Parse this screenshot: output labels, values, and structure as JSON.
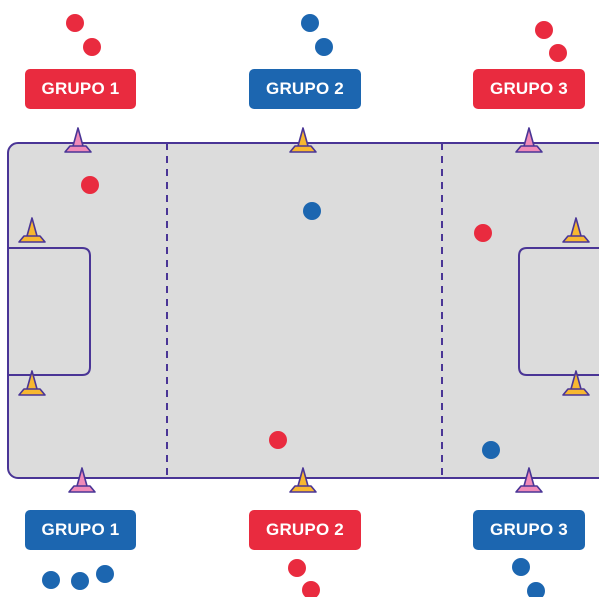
{
  "colors": {
    "field": "#dcdcdc",
    "lines": "#4a3596",
    "red": "#e92b3f",
    "blue": "#1c66b0",
    "cone_orange": "#f7b730",
    "cone_pink": "#f08ab8",
    "badge_text": "#ffffff"
  },
  "top_groups": [
    {
      "label": "GRUPO 1",
      "color": "red"
    },
    {
      "label": "GRUPO 2",
      "color": "blue"
    },
    {
      "label": "GRUPO 3",
      "color": "red"
    }
  ],
  "bottom_groups": [
    {
      "label": "GRUPO 1",
      "color": "blue"
    },
    {
      "label": "GRUPO 2",
      "color": "red"
    },
    {
      "label": "GRUPO 3",
      "color": "blue"
    }
  ],
  "icons": {
    "cone": "cone-icon",
    "player": "player-dot-icon"
  }
}
